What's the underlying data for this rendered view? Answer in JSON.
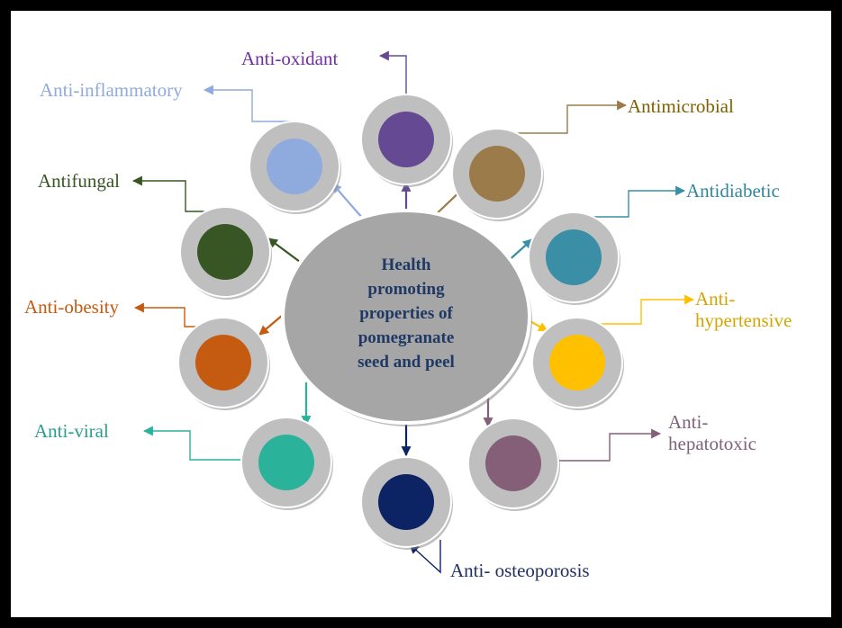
{
  "center": {
    "lines": [
      "Health",
      "promoting",
      "properties of",
      "pomegranate",
      "seed and peel"
    ],
    "fill": "#a6a6a6",
    "text_color": "#1f3864"
  },
  "properties": [
    {
      "key": "anti-oxidant",
      "label_lines": [
        "Anti-oxidant"
      ],
      "color": "#654a93"
    },
    {
      "key": "antimicrobial",
      "label_lines": [
        "Antimicrobial"
      ],
      "color": "#9c7b4b"
    },
    {
      "key": "antidiabetic",
      "label_lines": [
        "Antidiabetic"
      ],
      "color": "#3a8ea6"
    },
    {
      "key": "anti-hypertensive",
      "label_lines": [
        "Anti-",
        "hypertensive"
      ],
      "color": "#ffc000"
    },
    {
      "key": "anti-hepatotoxic",
      "label_lines": [
        "Anti-",
        "hepatotoxic"
      ],
      "color": "#855f78"
    },
    {
      "key": "anti-osteoporosis",
      "label_lines": [
        "Anti- osteoporosis"
      ],
      "color": "#0d2464"
    },
    {
      "key": "anti-viral",
      "label_lines": [
        "Anti-viral"
      ],
      "color": "#2ab29b"
    },
    {
      "key": "anti-obesity",
      "label_lines": [
        "Anti-obesity"
      ],
      "color": "#c55a11"
    },
    {
      "key": "antifungal",
      "label_lines": [
        "Antifungal"
      ],
      "color": "#375623"
    },
    {
      "key": "anti-inflammatory",
      "label_lines": [
        "Anti-inflammatory"
      ],
      "color": "#8faadc"
    }
  ],
  "label_colors": {
    "anti-oxidant": "#7030a0",
    "antimicrobial": "#7f6000",
    "antidiabetic": "#31859c",
    "anti-hypertensive": "#d4a500",
    "anti-hepatotoxic": "#7f6377",
    "anti-osteoporosis": "#1f2f5f",
    "anti-viral": "#2a9d8f",
    "anti-obesity": "#c55a11",
    "antifungal": "#375623",
    "anti-inflammatory": "#8faadc"
  },
  "ring_color": "#bfbfbf"
}
